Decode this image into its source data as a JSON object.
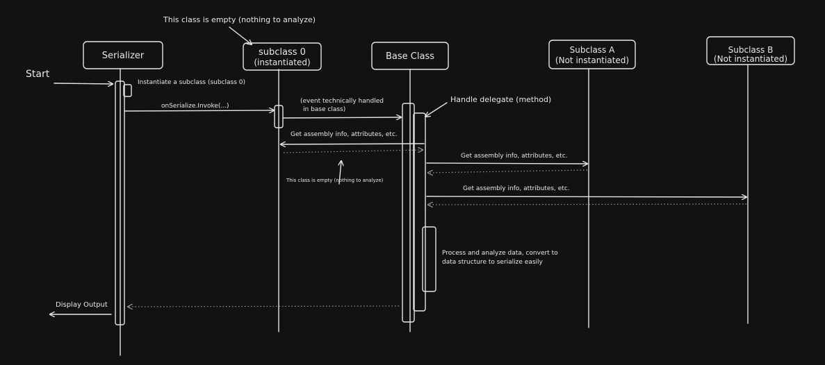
{
  "participants": [
    {
      "id": "serializer",
      "label": "Serializer"
    },
    {
      "id": "subclass0",
      "label_line1": "subclass 0",
      "label_line2": "(instantiated)"
    },
    {
      "id": "baseclass",
      "label": "Base Class"
    },
    {
      "id": "subclassA",
      "label_line1": "Subclass A",
      "label_line2": "(Not instantiated)"
    },
    {
      "id": "subclassB",
      "label_line1": "Subclass B",
      "label_line2": "(Not instantiated)"
    }
  ],
  "notes": {
    "top_empty": "This class is empty (nothing to analyze)",
    "start": "Start",
    "instantiate": "Instantiate a subclass (subclass  0)",
    "on_serialize": "onSerialize.Invoke(...)",
    "event_line1": "(event technically handled",
    "event_line2": "in base class)",
    "handle_delegate": "Handle delegate (method)",
    "get_info_sub0": "Get assembly info, attributes, etc.",
    "empty_small": "This class is empty (nothing to analyze)",
    "get_info_subA": "Get assembly info, attributes, etc.",
    "get_info_subB": "Get assembly info, attributes, etc.",
    "process_line1": "Process and analyze data, convert to",
    "process_line2": "data structure to serialize easily",
    "display_output": "Display Output"
  }
}
